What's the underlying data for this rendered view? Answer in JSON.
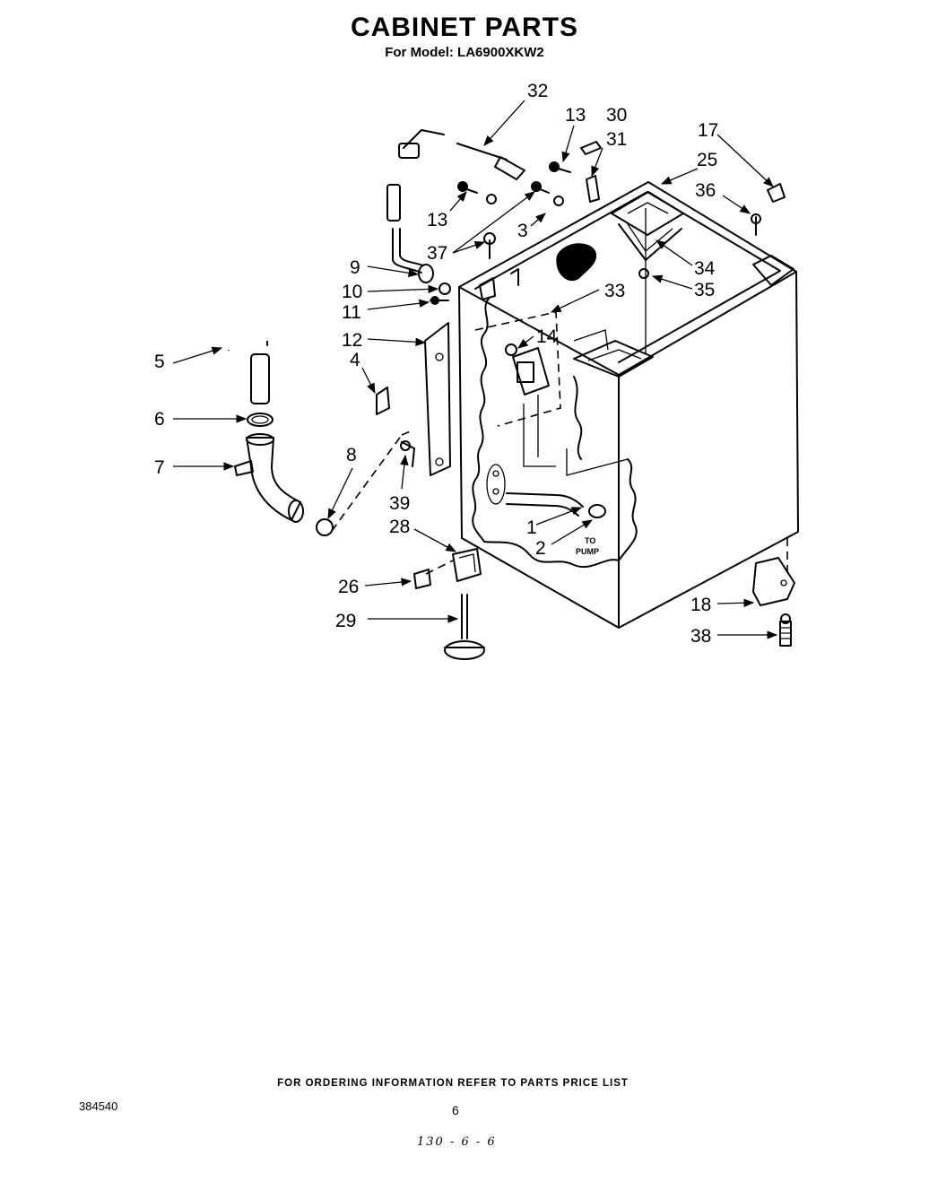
{
  "header": {
    "title": "CABINET PARTS",
    "subtitle": "For Model: LA6900XKW2"
  },
  "callouts": [
    {
      "id": "label-1",
      "text": "1"
    },
    {
      "id": "label-2",
      "text": "2"
    },
    {
      "id": "label-3",
      "text": "3"
    },
    {
      "id": "label-4",
      "text": "4"
    },
    {
      "id": "label-5",
      "text": "5"
    },
    {
      "id": "label-6",
      "text": "6"
    },
    {
      "id": "label-7",
      "text": "7"
    },
    {
      "id": "label-8",
      "text": "8"
    },
    {
      "id": "label-9",
      "text": "9"
    },
    {
      "id": "label-10",
      "text": "10"
    },
    {
      "id": "label-11",
      "text": "11"
    },
    {
      "id": "label-12",
      "text": "12"
    },
    {
      "id": "label-13a",
      "text": "13"
    },
    {
      "id": "label-13b",
      "text": "13"
    },
    {
      "id": "label-14",
      "text": "14"
    },
    {
      "id": "label-17",
      "text": "17"
    },
    {
      "id": "label-18",
      "text": "18"
    },
    {
      "id": "label-25",
      "text": "25"
    },
    {
      "id": "label-26",
      "text": "26"
    },
    {
      "id": "label-28",
      "text": "28"
    },
    {
      "id": "label-29",
      "text": "29"
    },
    {
      "id": "label-30",
      "text": "30"
    },
    {
      "id": "label-31",
      "text": "31"
    },
    {
      "id": "label-32",
      "text": "32"
    },
    {
      "id": "label-33",
      "text": "33"
    },
    {
      "id": "label-34",
      "text": "34"
    },
    {
      "id": "label-35",
      "text": "35"
    },
    {
      "id": "label-36",
      "text": "36"
    },
    {
      "id": "label-37",
      "text": "37"
    },
    {
      "id": "label-38",
      "text": "38"
    },
    {
      "id": "label-39",
      "text": "39"
    }
  ],
  "annotations": {
    "to_pump_line1": "TO",
    "to_pump_line2": "PUMP"
  },
  "footer": {
    "note": "FOR ORDERING INFORMATION REFER TO PARTS PRICE LIST",
    "doc_number": "384540",
    "page_number": "6",
    "handwritten": "130 - 6 - 6"
  }
}
